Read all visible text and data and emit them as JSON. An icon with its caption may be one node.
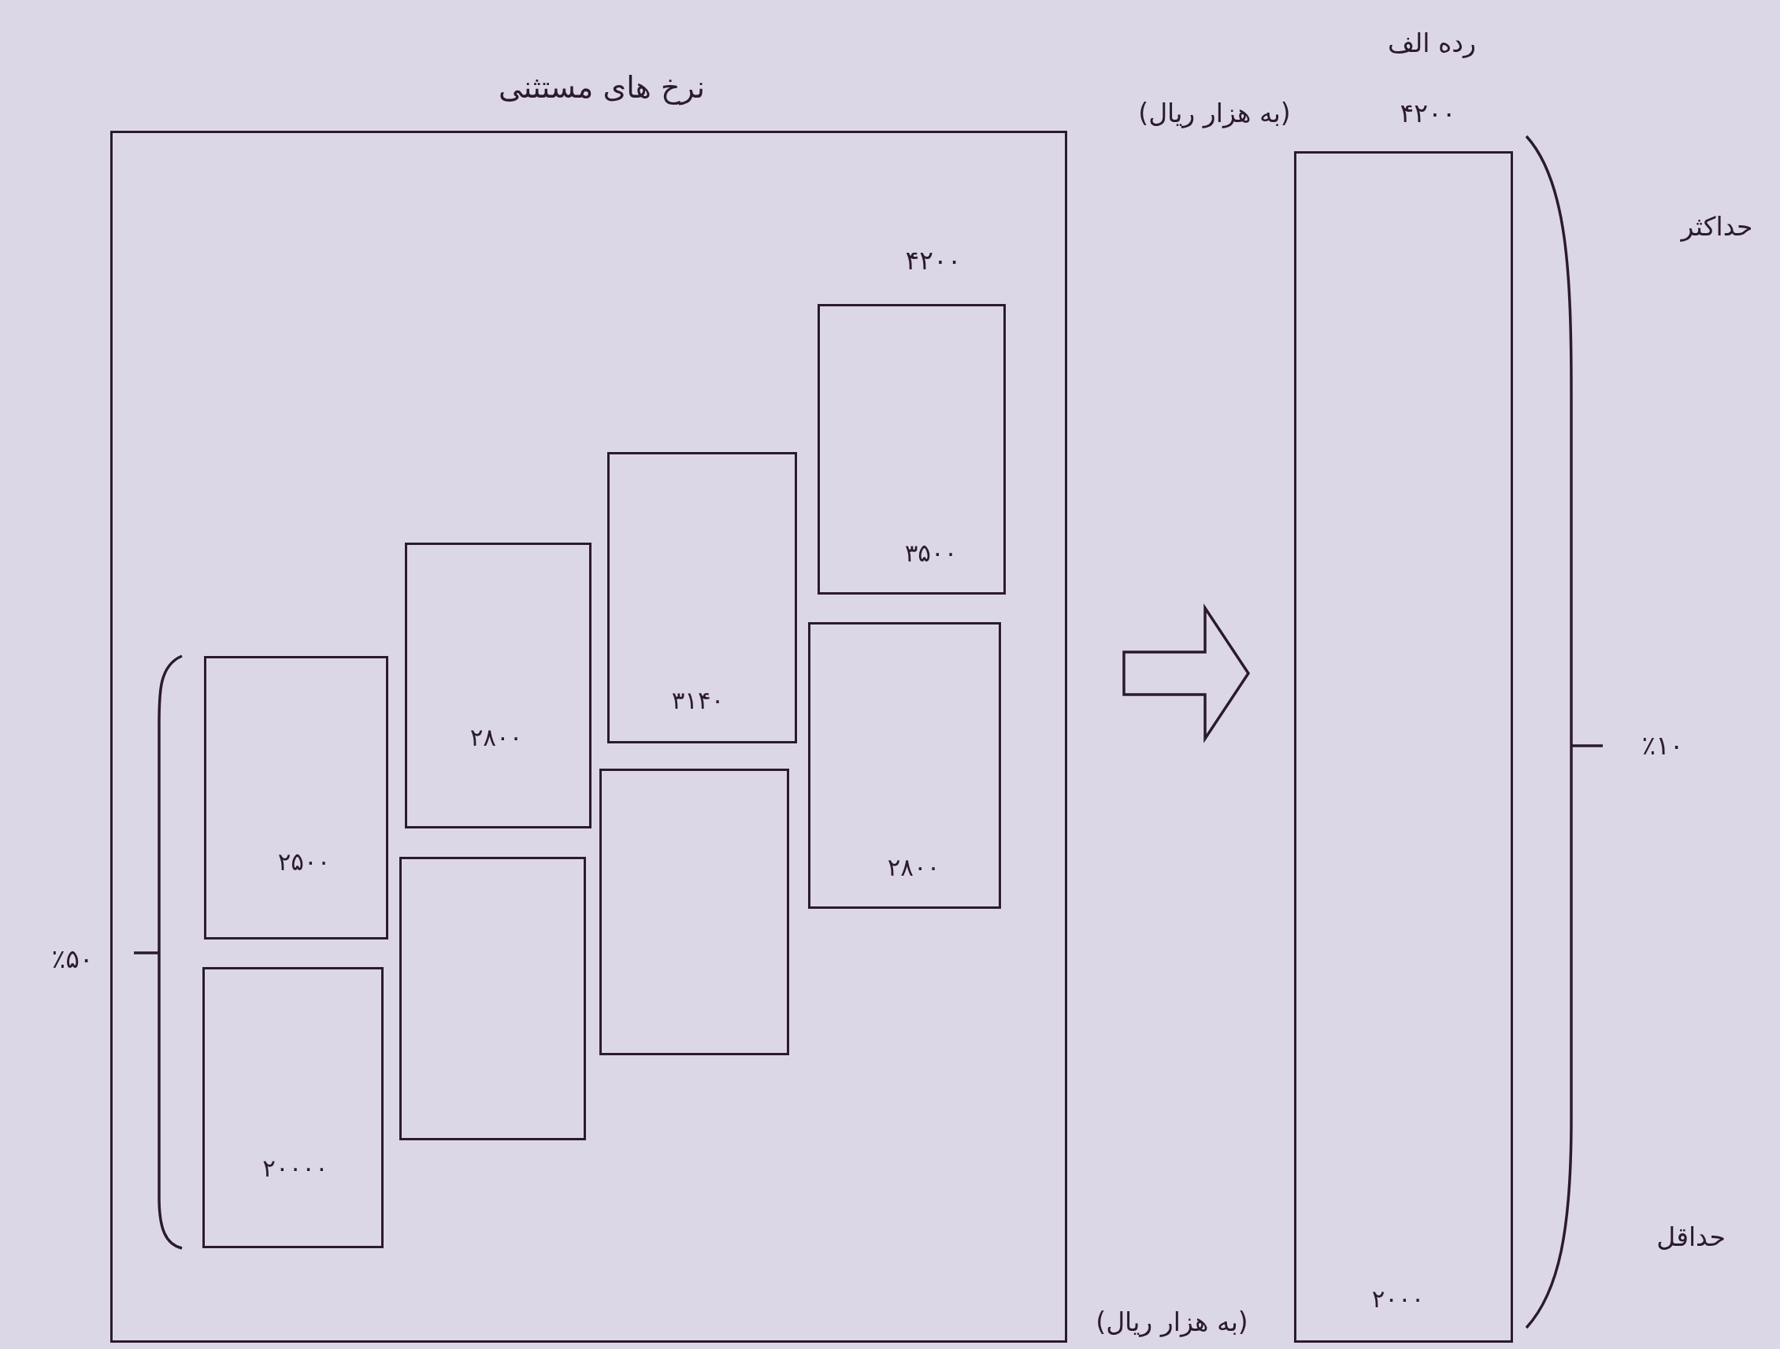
{
  "diagram": {
    "nodes": [
      {
        "text": [
          "نرخ های مستثنی"
        ]
      },
      {
        "text": [
          "۲۵۰۰"
        ],
        "in": 0
      },
      {
        "text": [
          "۲۰۰۰۰"
        ],
        "in": 0
      },
      {
        "text": [
          "۲۸۰۰"
        ],
        "in": 0
      },
      {
        "text": [],
        "shape": "box",
        "in": 0
      },
      {
        "text": [
          "۳۱۴۰"
        ],
        "in": 0
      },
      {
        "text": [],
        "shape": "box",
        "in": 0
      },
      {
        "text": [
          "۳۵۰۰"
        ],
        "beside": [
          "۴۲۰۰"
        ],
        "in": 0
      },
      {
        "text": [
          "۲۸۰۰"
        ],
        "in": 0
      },
      {
        "text": [
          "۲۰۰۰"
        ],
        "beside": [
          "رده الف",
          "۴۲۰۰"
        ]
      }
    ],
    "edges": [
      {
        "from": 0,
        "to": 9,
        "arrow": "to"
      }
    ],
    "labels": [
      "(به هزار ریال)",
      "حداکثر",
      "٪۱۰",
      "٪۵۰",
      "حداقل",
      "(به هزار ریال)"
    ]
  }
}
